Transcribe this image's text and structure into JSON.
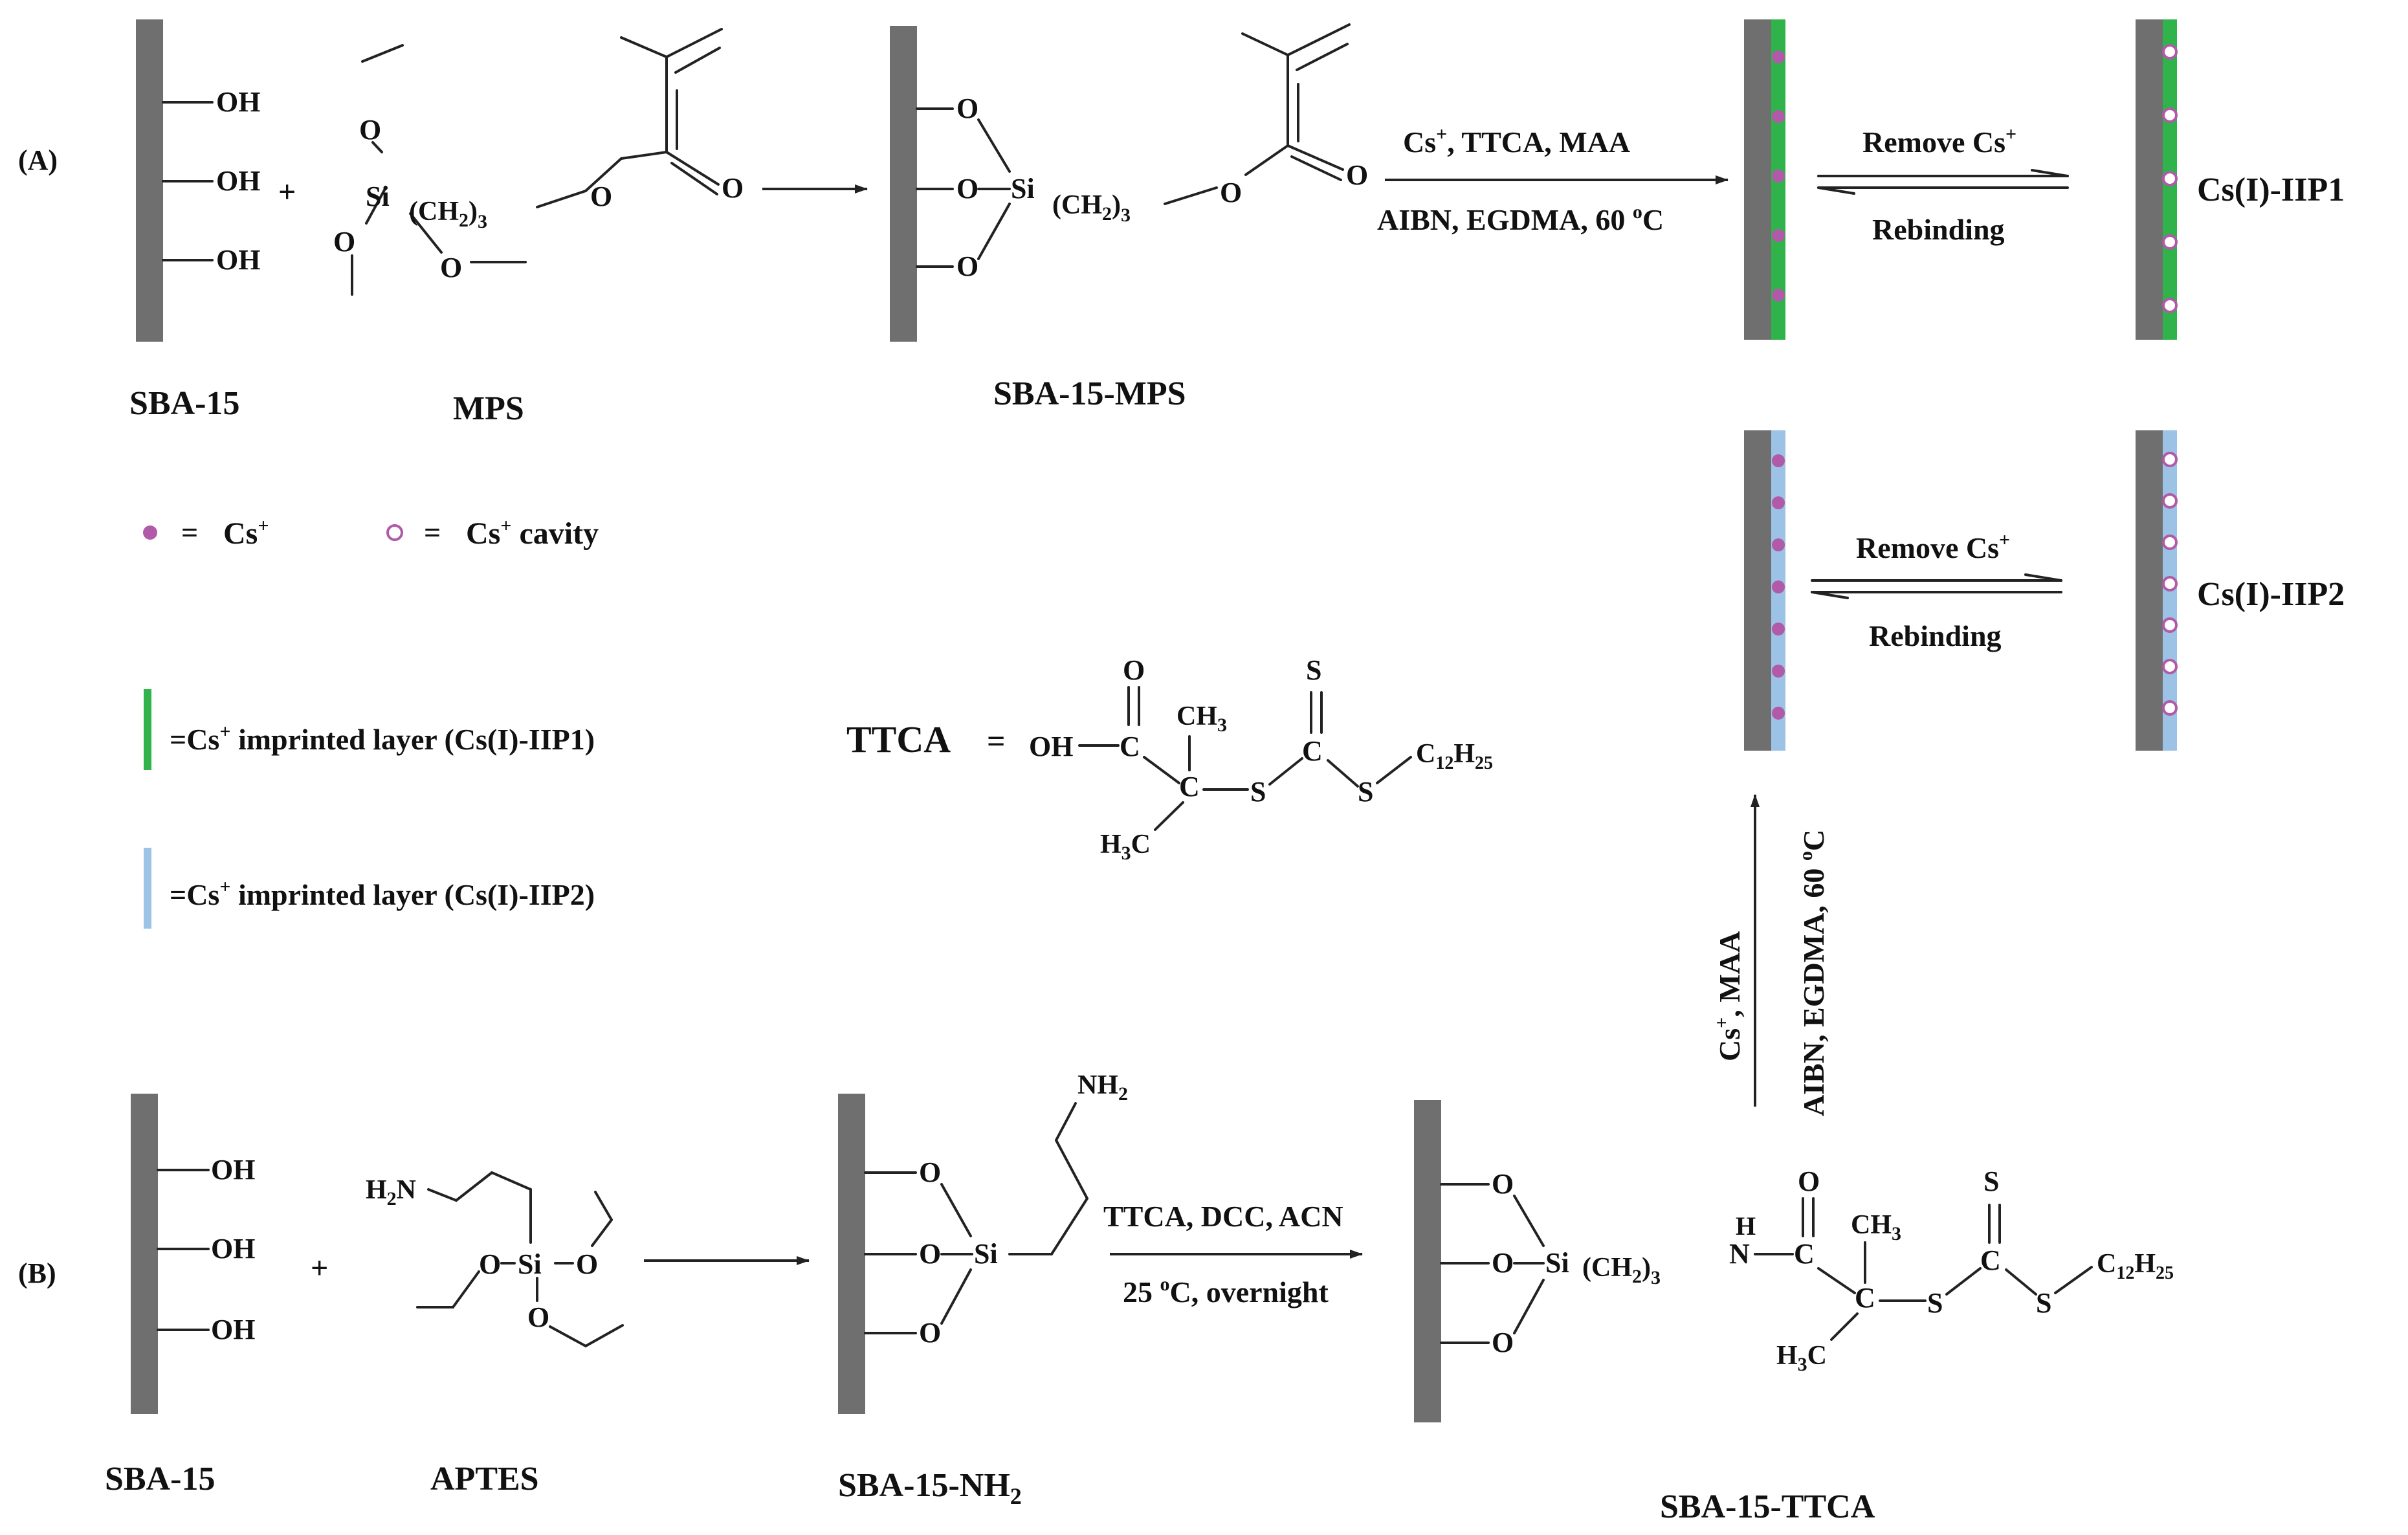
{
  "sections": {
    "a": "(A)",
    "b": "(B)"
  },
  "colors": {
    "silica": "#6f6f6f",
    "layer_iip1": "#2fb34a",
    "layer_iip2": "#9cc3e6",
    "cs_ion": "#b05aa8",
    "text": "#111111"
  },
  "scheme_a": {
    "oh": "OH",
    "plus": "+",
    "si": "Si",
    "o": "O",
    "ch2": "(CH",
    "ch2_sub": "2",
    "ch2_close": ")",
    "ch2_n": "3",
    "label_sba15": "SBA-15",
    "label_mps": "MPS",
    "label_sba15_mps": "SBA-15-MPS",
    "cond_top_pre": "Cs",
    "cond_top_sup": "+",
    "cond_top_post": ", TTCA, MAA",
    "cond_bottom_pre": "AIBN, EGDMA, 60 ",
    "cond_bottom_sup": "o",
    "cond_bottom_post": "C",
    "remove_pre": "Remove Cs",
    "remove_sup": "+",
    "rebinding": "Rebinding",
    "product": "Cs(I)-IIP1"
  },
  "scheme_iip2": {
    "remove_pre": "Remove Cs",
    "remove_sup": "+",
    "rebinding": "Rebinding",
    "product": "Cs(I)-IIP2",
    "vert_cond_left_pre": "Cs",
    "vert_cond_left_sup": "+",
    "vert_cond_left_post": ", MAA",
    "vert_cond_right_pre": "AIBN, EGDMA, 60 ",
    "vert_cond_right_sup": "o",
    "vert_cond_right_post": "C"
  },
  "legend": {
    "ion_eq": "=",
    "ion_text": "Cs",
    "ion_sup": "+",
    "cavity_eq": "=",
    "cavity_text_pre": "Cs",
    "cavity_sup": "+",
    "cavity_text_post": " cavity",
    "layer1_pre": "=Cs",
    "layer1_sup": "+",
    "layer1_post": " imprinted layer (Cs(I)-IIP1)",
    "layer2_pre": "=Cs",
    "layer2_sup": "+",
    "layer2_post": " imprinted layer (Cs(I)-IIP2)"
  },
  "ttca": {
    "name": "TTCA",
    "eq": "=",
    "oh": "OH",
    "c": "C",
    "o": "O",
    "s": "S",
    "ch3": "CH",
    "ch3_sub": "3",
    "h3c_pre": "H",
    "h3c_sub": "3",
    "h3c_post": "C",
    "c12": "C",
    "c12_sub1": "12",
    "c12_h": "H",
    "c12_sub2": "25"
  },
  "scheme_b": {
    "oh": "OH",
    "plus": "+",
    "h2n_pre": "H",
    "h2n_sub": "2",
    "h2n_post": "N",
    "nh2_pre": "NH",
    "nh2_sub": "2",
    "o": "O",
    "si": "Si",
    "cond_top": "TTCA, DCC, ACN",
    "cond_bottom_pre": "25 ",
    "cond_bottom_sup": "o",
    "cond_bottom_post": "C, overnight",
    "label_sba15": "SBA-15",
    "label_aptes": "APTES",
    "label_nh2_pre": "SBA-15-NH",
    "label_nh2_sub": "2",
    "label_ttca": "SBA-15-TTCA",
    "ch2": "(CH",
    "ch2_sub": "2",
    "ch2_close": ")",
    "ch2_n": "3",
    "nh_h": "H",
    "nh_n": "N",
    "c": "C",
    "s": "S",
    "ch3": "CH",
    "ch3_sub": "3",
    "h3c_pre": "H",
    "h3c_sub": "3",
    "h3c_post": "C",
    "c12": "C",
    "c12_sub1": "12",
    "c12_h": "H",
    "c12_sub2": "25"
  }
}
